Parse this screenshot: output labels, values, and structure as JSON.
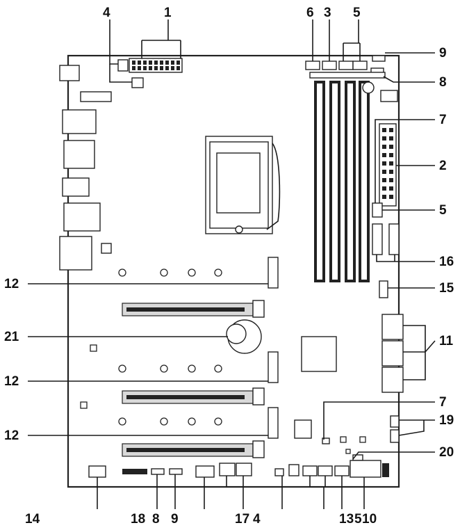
{
  "labels": {
    "top": [
      "4",
      "1",
      "6",
      "3",
      "5",
      "9",
      "8"
    ],
    "right": [
      "7",
      "2",
      "5",
      "16",
      "15",
      "11",
      "7",
      "19",
      "20"
    ],
    "left": [
      "12",
      "21",
      "12",
      "12"
    ],
    "bottom": [
      "14",
      "18",
      "8",
      "9",
      "17",
      "4",
      "13",
      "5",
      "10"
    ]
  },
  "colors": {
    "ink": "#1a1a1a",
    "board": "#ffffff",
    "component": "#222222",
    "slot_fill": "#d9d9d9"
  }
}
